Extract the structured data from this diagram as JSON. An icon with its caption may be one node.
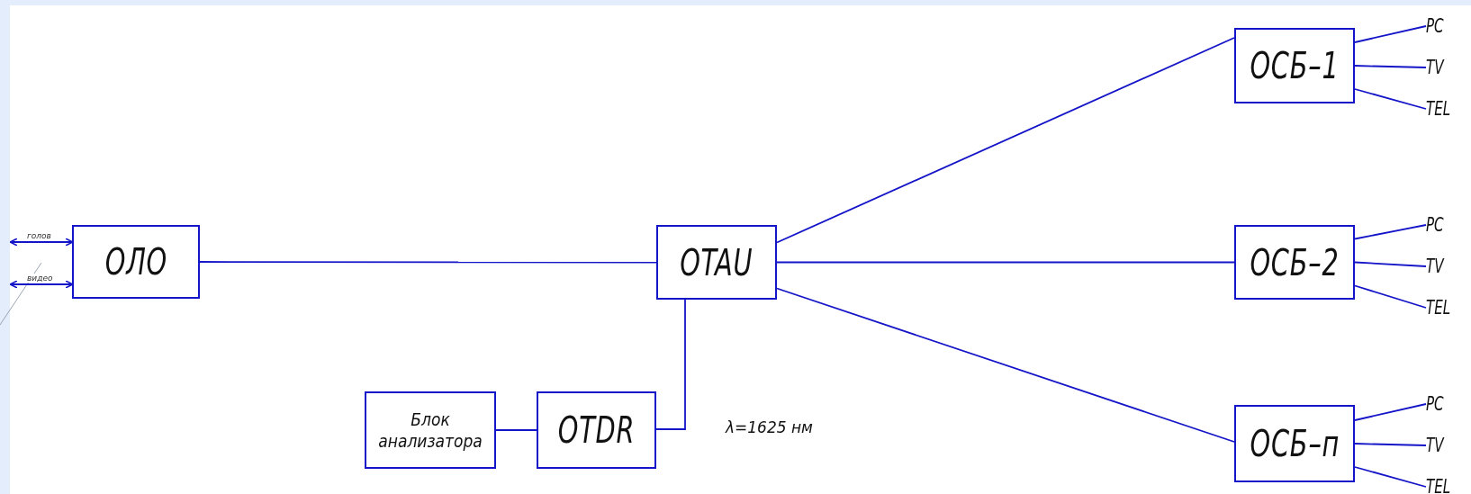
{
  "diagram": {
    "nodes": [
      {
        "text": [
          "ОЛО"
        ]
      },
      {
        "text": [
          "OTAU"
        ]
      },
      {
        "text": [
          "ОСБ–1"
        ]
      },
      {
        "text": [
          "PC"
        ]
      },
      {
        "text": [
          "TV"
        ]
      },
      {
        "text": [
          "TEL"
        ]
      },
      {
        "text": [
          "ОСБ–2"
        ]
      },
      {
        "text": [
          "PC"
        ]
      },
      {
        "text": [
          "TV"
        ]
      },
      {
        "text": [
          "TEL"
        ]
      },
      {
        "text": [
          "Блок анализатора"
        ]
      },
      {
        "text": [
          "OTDR"
        ]
      },
      {
        "text": [
          "ОСБ–п"
        ]
      },
      {
        "text": [
          "PC"
        ]
      },
      {
        "text": [
          "TV"
        ]
      },
      {
        "text": [
          "TEL"
        ]
      }
    ],
    "edges": [
      {
        "from": null,
        "to": 0,
        "arrow": "both",
        "label": "голов"
      },
      {
        "from": null,
        "to": 0,
        "arrow": "both",
        "label": "видео"
      },
      {
        "from": 0,
        "to": 1,
        "arrow": "none"
      },
      {
        "from": 1,
        "to": 2,
        "arrow": "none"
      },
      {
        "from": 1,
        "to": 6,
        "arrow": "none"
      },
      {
        "from": 1,
        "to": 12,
        "arrow": "none"
      },
      {
        "from": 2,
        "to": 3,
        "arrow": "none"
      },
      {
        "from": 2,
        "to": 4,
        "arrow": "none"
      },
      {
        "from": 2,
        "to": 5,
        "arrow": "none"
      },
      {
        "from": 6,
        "to": 7,
        "arrow": "none"
      },
      {
        "from": 6,
        "to": 8,
        "arrow": "none"
      },
      {
        "from": 6,
        "to": 9,
        "arrow": "none"
      },
      {
        "from": 12,
        "to": 13,
        "arrow": "none"
      },
      {
        "from": 12,
        "to": 14,
        "arrow": "none"
      },
      {
        "from": 12,
        "to": 15,
        "arrow": "none"
      },
      {
        "from": 10,
        "to": 11,
        "arrow": "none"
      },
      {
        "from": 11,
        "to": 1,
        "arrow": "none"
      }
    ],
    "labels": [
      "λ=1625 нм"
    ]
  }
}
